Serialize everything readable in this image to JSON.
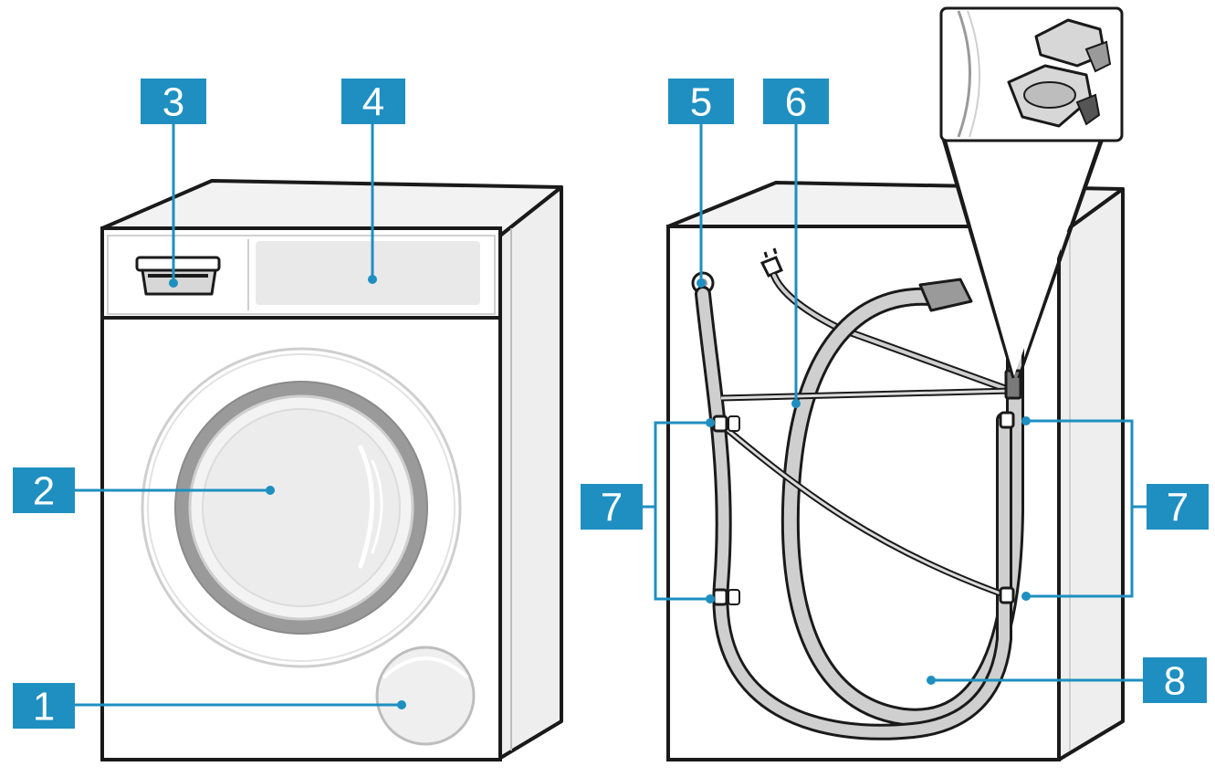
{
  "colors": {
    "callout": "#1e8fc0",
    "leader": "#1e8fc0",
    "outline": "#1a1a1a",
    "panel": "#ffffff",
    "shade": "#e6e6e6",
    "hose": "#cfcfcf",
    "door_ring": "#9a9a9a",
    "glass": "#ececec"
  },
  "icons": {
    "front_view": "washing-machine-front-icon",
    "rear_view": "washing-machine-rear-icon",
    "detail_view": "hose-clip-detail-icon"
  },
  "callouts": [
    {
      "id": "c1",
      "label": "1"
    },
    {
      "id": "c2",
      "label": "2"
    },
    {
      "id": "c3",
      "label": "3"
    },
    {
      "id": "c4",
      "label": "4"
    },
    {
      "id": "c5",
      "label": "5"
    },
    {
      "id": "c6",
      "label": "6"
    },
    {
      "id": "c7a",
      "label": "7"
    },
    {
      "id": "c7b",
      "label": "7"
    },
    {
      "id": "c8",
      "label": "8"
    }
  ]
}
